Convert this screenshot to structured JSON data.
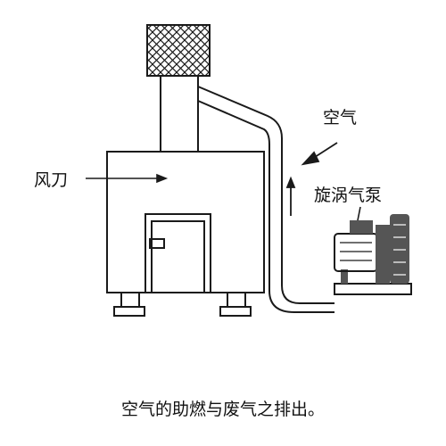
{
  "labels": {
    "air": "空气",
    "air_knife": "风刀",
    "pump": "旋涡气泵"
  },
  "caption": "空气的助燃与废气之排出。",
  "colors": {
    "line": "#1a1a1a",
    "pump_dark": "#555555",
    "background": "#ffffff"
  }
}
